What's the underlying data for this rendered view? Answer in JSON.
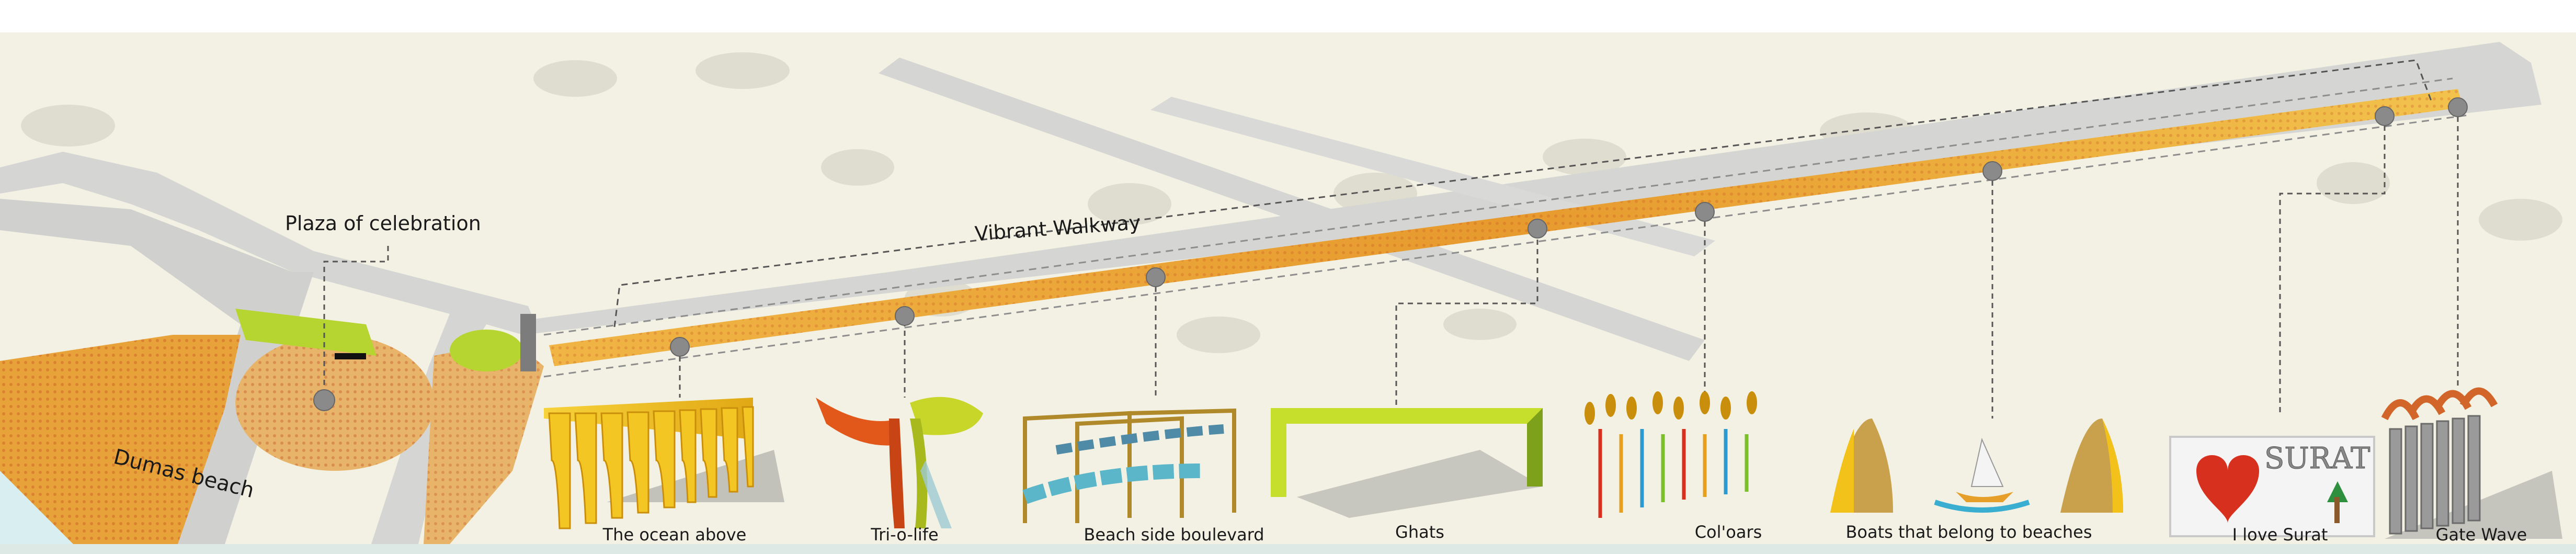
{
  "title_labels": {
    "plaza": "Plaza of celebration",
    "walkway": "Vibrant Walkway",
    "beach": "Dumas beach"
  },
  "pavilions": [
    {
      "label": "The ocean above"
    },
    {
      "label": "Tri-o-life"
    },
    {
      "label": "Beach side boulevard"
    },
    {
      "label": "Ghats"
    },
    {
      "label": "Col'oars"
    },
    {
      "label": "Boats that belong to beaches"
    },
    {
      "label": "I love Surat"
    },
    {
      "label": "Gate Wave"
    }
  ],
  "signage": {
    "love_text": "SURAT"
  },
  "colors": {
    "paper": "#f2f1e3",
    "walkway_orange": "#e8a23a",
    "road": "#d5d6d4",
    "sea": "#d8eef0",
    "accent_yellow": "#f2c21b",
    "accent_green": "#b6d531",
    "accent_red": "#d8301e"
  }
}
